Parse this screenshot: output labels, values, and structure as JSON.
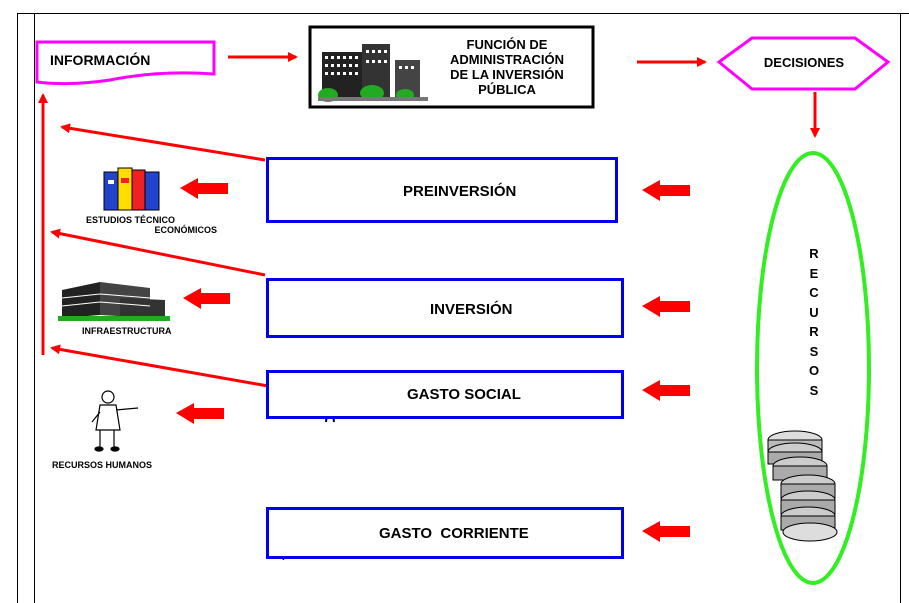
{
  "top_row": {
    "informacion": "INFORMACIÓN",
    "funcion_line1": "FUNCIÓN DE",
    "funcion_line2": "ADMINISTRACIÓN",
    "funcion_line3": "DE LA INVERSIÓN",
    "funcion_line4": "PÚBLICA",
    "decisiones": "DECISIONES"
  },
  "stages": {
    "preinversion": "PREINVERSIÓN",
    "inversion": "INVERSIÓN",
    "gasto_social": "GASTO SOCIAL",
    "gasto_corriente": "GASTO  CORRIENTE"
  },
  "outputs": {
    "estudios_line1": "ESTUDIOS TÉCNICO",
    "estudios_line2": "ECONÓMICOS",
    "infraestructura": "INFRAESTRUCTURA",
    "recursos_humanos": "RECURSOS HUMANOS"
  },
  "recursos_letters": [
    "R",
    "E",
    "C",
    "U",
    "R",
    "S",
    "O",
    "S"
  ],
  "colors": {
    "arrow": "#ff0000",
    "stage_border": "#0000ee",
    "info_border": "#ff00ff",
    "decision_border": "#ff00ff",
    "resources_ellipse": "#33ee22"
  }
}
